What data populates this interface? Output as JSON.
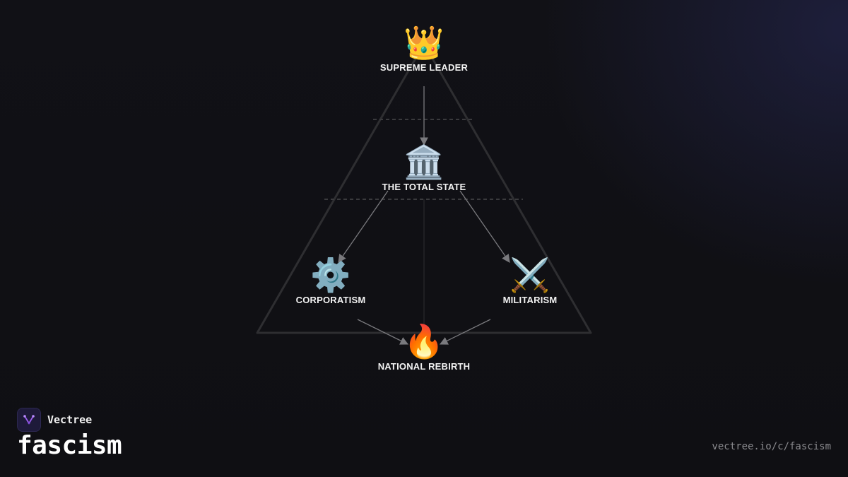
{
  "diagram": {
    "nodes": [
      {
        "id": "supreme-leader",
        "icon": "crown-icon",
        "emoji": "👑",
        "label": "SUPREME LEADER"
      },
      {
        "id": "total-state",
        "icon": "classical-building-icon",
        "emoji": "🏛️",
        "label": "THE TOTAL STATE"
      },
      {
        "id": "corporatism",
        "icon": "gear-icon",
        "emoji": "⚙️",
        "label": "CORPORATISM"
      },
      {
        "id": "militarism",
        "icon": "crossed-swords-icon",
        "emoji": "⚔️",
        "label": "MILITARISM"
      },
      {
        "id": "national-rebirth",
        "icon": "fire-icon",
        "emoji": "🔥",
        "label": "NATIONAL REBIRTH"
      }
    ],
    "edges": [
      {
        "from": "supreme-leader",
        "to": "total-state"
      },
      {
        "from": "total-state",
        "to": "corporatism"
      },
      {
        "from": "total-state",
        "to": "militarism"
      },
      {
        "from": "corporatism",
        "to": "national-rebirth"
      },
      {
        "from": "militarism",
        "to": "national-rebirth"
      }
    ]
  },
  "branding": {
    "logo_icon": "vectree-logo-icon",
    "name": "Vectree",
    "topic": "fascism",
    "url": "vectree.io/c/fascism"
  },
  "colors": {
    "background": "#101014",
    "accent_glow": "#282a5a",
    "pyramid_stroke": "#2e2e31",
    "arrow": "#7a7a7e",
    "label": "#f2f2f2",
    "logo_accent": "#9b5cf0"
  }
}
